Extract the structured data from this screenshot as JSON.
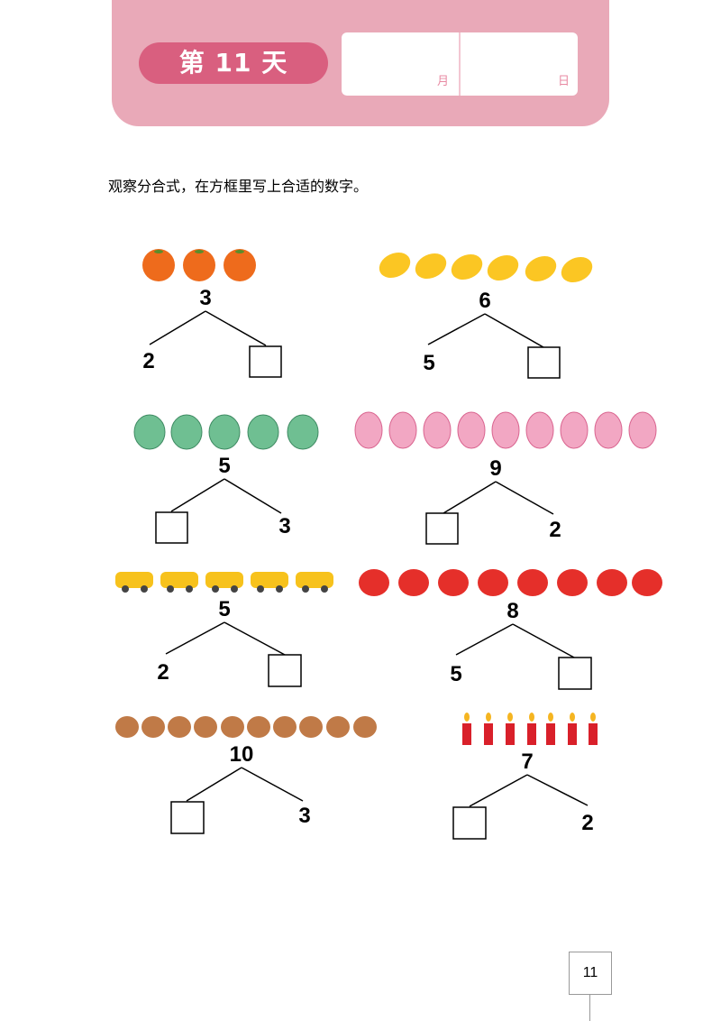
{
  "header": {
    "day_label": "第 11 天",
    "month_label": "月",
    "day_unit_label": "日"
  },
  "instruction": "观察分合式，在方框里写上合适的数字。",
  "problems": [
    {
      "icon": "orange-icon",
      "total": "3",
      "left": "2",
      "right": ""
    },
    {
      "icon": "mango-icon",
      "total": "6",
      "left": "5",
      "right": ""
    },
    {
      "icon": "green-pepper-icon",
      "total": "5",
      "left": "",
      "right": "3"
    },
    {
      "icon": "easter-egg-icon",
      "total": "9",
      "left": "",
      "right": "2"
    },
    {
      "icon": "toy-car-icon",
      "total": "5",
      "left": "2",
      "right": ""
    },
    {
      "icon": "drum-icon",
      "total": "8",
      "left": "5",
      "right": ""
    },
    {
      "icon": "chestnut-icon",
      "total": "10",
      "left": "",
      "right": "3"
    },
    {
      "icon": "candle-icon",
      "total": "7",
      "left": "",
      "right": "2"
    }
  ],
  "page_number": "11",
  "colors": {
    "header_bg": "#e9a9b8",
    "pill_bg": "#d95f7f"
  }
}
